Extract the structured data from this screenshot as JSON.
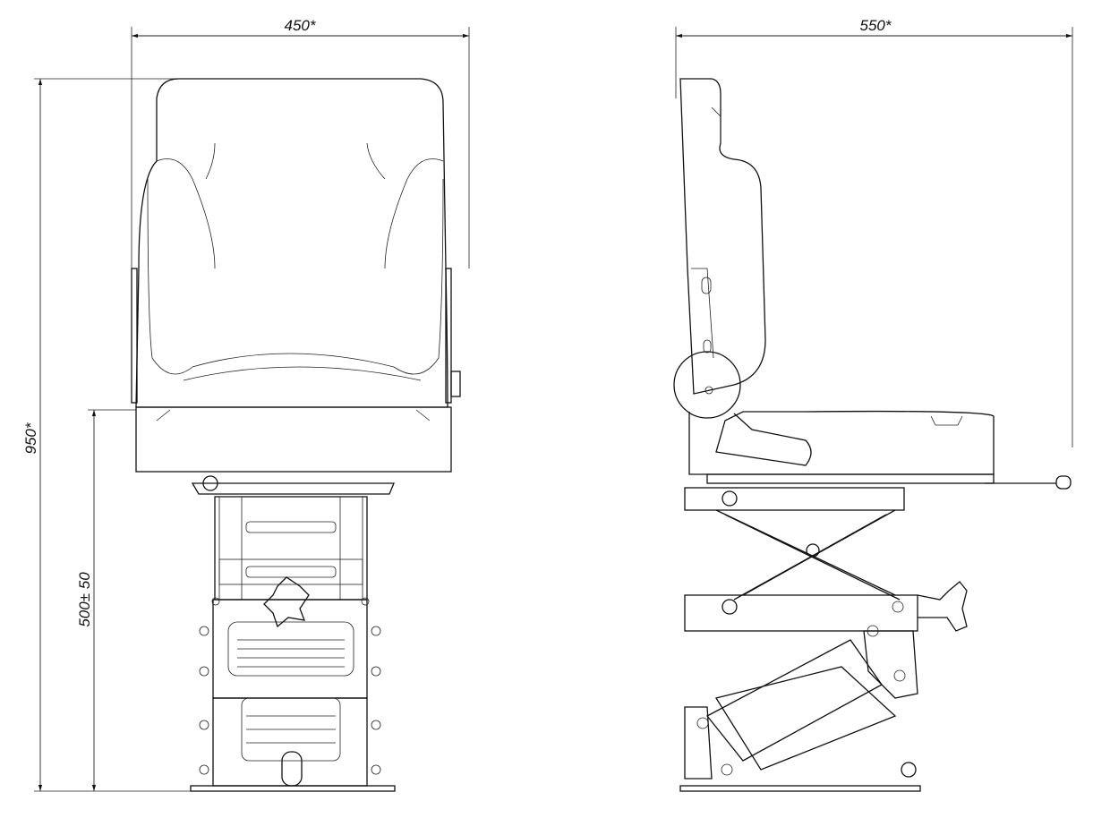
{
  "drawing": {
    "front_view": {
      "width_label": "450*",
      "height_label": "950*",
      "seat_height_label": "500± 50"
    },
    "side_view": {
      "depth_label": "550*"
    }
  }
}
